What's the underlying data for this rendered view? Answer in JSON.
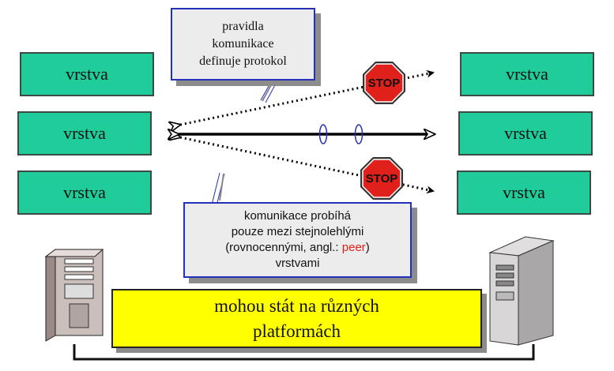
{
  "layers": {
    "left": [
      "vrstva",
      "vrstva",
      "vrstva"
    ],
    "right": [
      "vrstva",
      "vrstva",
      "vrstva"
    ]
  },
  "callouts": {
    "top": [
      "pravidla",
      "komunikace",
      "definuje protokol"
    ],
    "bottom": {
      "line1": "komunikace probíhá",
      "line2": "pouze mezi stejnolehlými",
      "line3_prefix": "(rovnocennými, angl.: ",
      "line3_peer": "peer",
      "line3_suffix": ")",
      "line4": "vrstvami"
    }
  },
  "stop_signs": [
    "STOP",
    "STOP"
  ],
  "platform": {
    "line1": "mohou stát na různých",
    "line2": "platformách"
  },
  "icons": [
    "server-tower-icon",
    "server-tower-icon"
  ],
  "colors": {
    "layer": "#1fcc9a",
    "callout_border": "#2430b8",
    "platform": "#ffff00",
    "stop": "#e0201a",
    "peer_text": "#e0201a"
  }
}
